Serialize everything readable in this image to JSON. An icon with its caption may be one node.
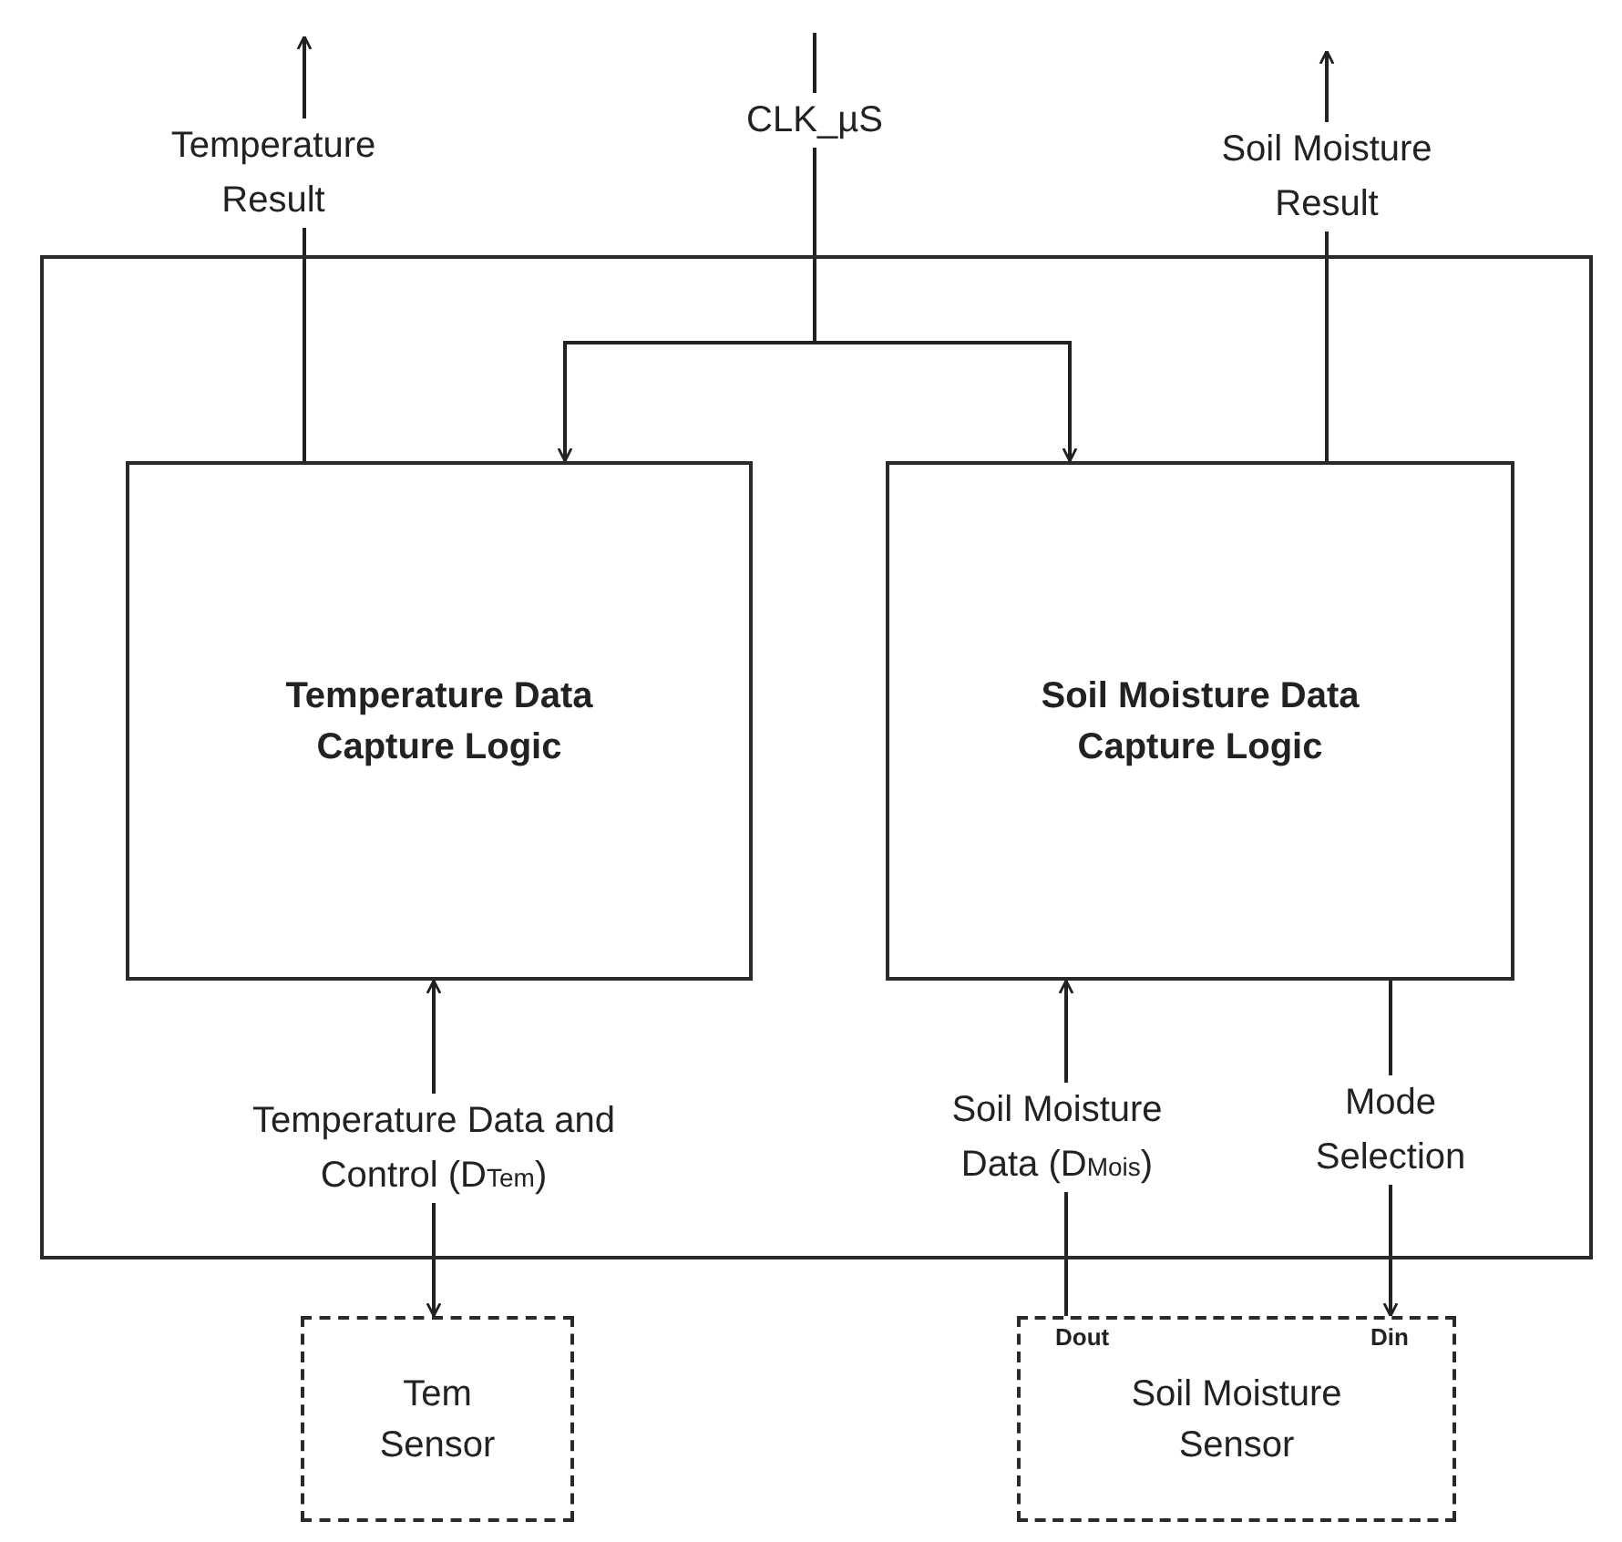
{
  "diagram": {
    "nodes": [
      {
        "text": [],
        "shape": "box"
      },
      {
        "text": [
          "Temperature Data Capture Logic"
        ],
        "in": 0
      },
      {
        "text": [
          "Soil Moisture Data Capture Logic"
        ],
        "in": 0
      },
      {
        "text": [
          "Tem Sensor"
        ]
      },
      {
        "text": [
          "Soil Moisture Sensor"
        ]
      }
    ],
    "edges": [
      {
        "from": 1,
        "to": null,
        "arrow": "to",
        "label": "Temperature Result"
      },
      {
        "from": null,
        "to": 1,
        "arrow": "to",
        "label": "CLK_µS"
      },
      {
        "from": null,
        "to": 2,
        "arrow": "to"
      },
      {
        "from": 2,
        "to": null,
        "arrow": "to",
        "label": "Soil Moisture Result"
      },
      {
        "from": 1,
        "to": 3,
        "arrow": "both",
        "label": "Temperature Data and Control (D$_{Tem}$)"
      },
      {
        "from": 4,
        "to": 2,
        "arrow": "to",
        "label": "Soil Moisture Data (D$_{Mois}$)"
      },
      {
        "from": 2,
        "to": 4,
        "arrow": "to",
        "label": "Mode Selection"
      }
    ],
    "labels": [
      "Dout",
      "Din"
    ]
  }
}
